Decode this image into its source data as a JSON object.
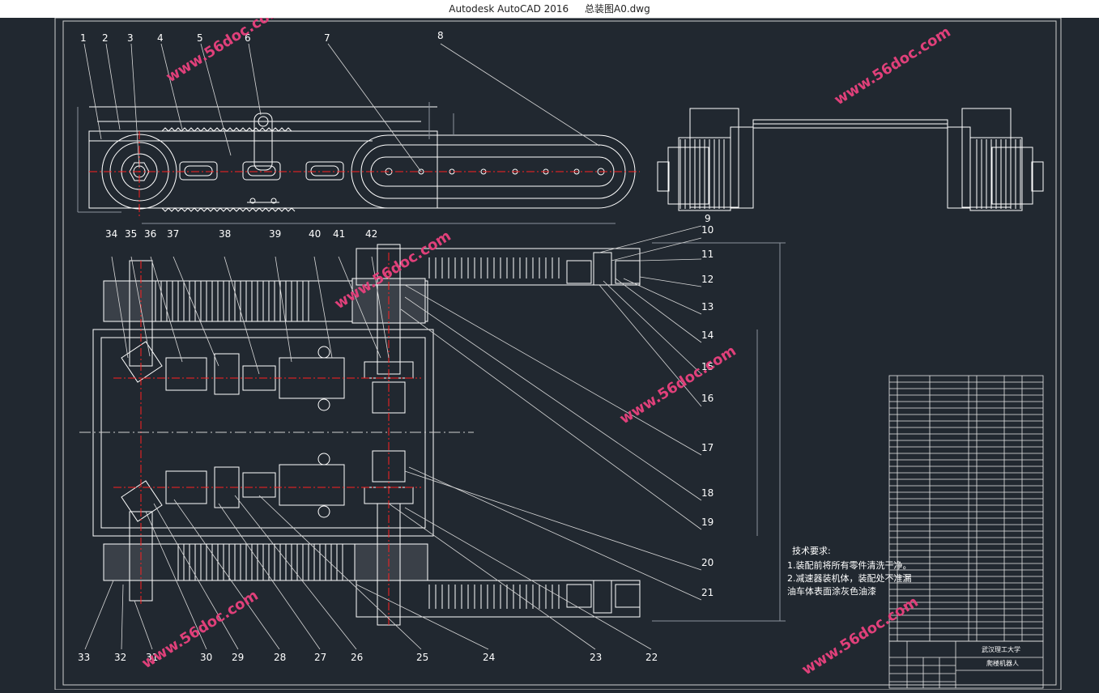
{
  "window": {
    "app": "Autodesk AutoCAD 2016",
    "file": "总装图A0.dwg"
  },
  "colors": {
    "background": "#212830",
    "line": "#ffffff",
    "centerline": "#ff2020",
    "watermark": "#e0407a",
    "dim": "#6a7280"
  },
  "drawing": {
    "callouts_top": [
      "1",
      "2",
      "3",
      "4",
      "5",
      "6",
      "7",
      "8"
    ],
    "callouts_right": [
      "9",
      "10",
      "11",
      "12",
      "13",
      "14",
      "15",
      "16",
      "17",
      "18",
      "19",
      "20",
      "21"
    ],
    "callouts_bottom": [
      "33",
      "32",
      "31",
      "30",
      "29",
      "28",
      "27",
      "26",
      "25",
      "24",
      "23",
      "22"
    ],
    "callouts_left_top": [
      "34",
      "35",
      "36",
      "37",
      "38",
      "39",
      "40",
      "41",
      "42"
    ],
    "tech_req_title": "技术要求:",
    "tech_req_lines": [
      "1.装配前将所有零件清洗干净。",
      "2.减速器装机体，装配处不准漏",
      "油车体表面涂灰色油漆"
    ],
    "watermark": "www.56doc.com",
    "title_block": [
      "武汉理工大学",
      "爬楼机器人"
    ]
  }
}
